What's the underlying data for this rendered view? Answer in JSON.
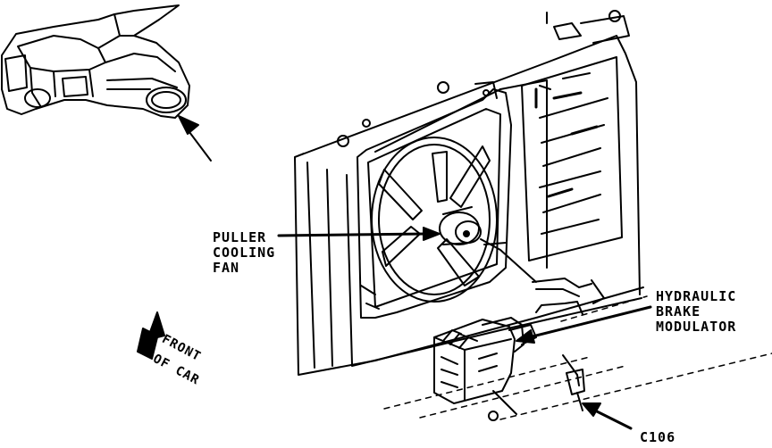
{
  "labels": {
    "puller_fan": [
      "PULLER",
      "COOLING",
      "FAN"
    ],
    "brake_modulator": [
      "HYDRAULIC",
      "BRAKE",
      "MODULATOR"
    ],
    "connector": "C106",
    "front_of_car": [
      "FRONT",
      "OF CAR"
    ]
  }
}
